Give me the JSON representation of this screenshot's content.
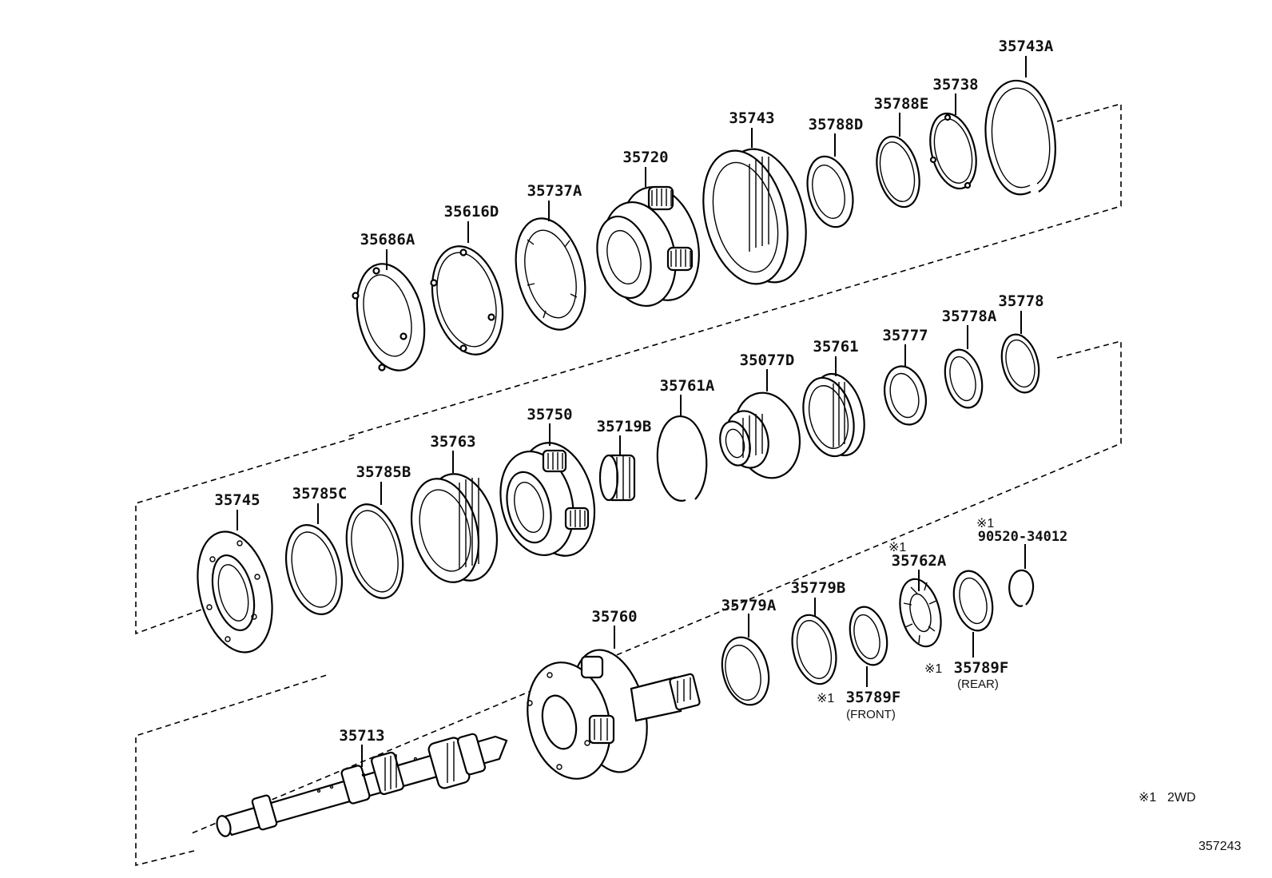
{
  "labels": {
    "p35743A": "35743A",
    "p35738": "35738",
    "p35788E": "35788E",
    "p35788D": "35788D",
    "p35743": "35743",
    "p35720": "35720",
    "p35737A": "35737A",
    "p35616D": "35616D",
    "p35686A": "35686A",
    "p35778": "35778",
    "p35778A": "35778A",
    "p35777": "35777",
    "p35761": "35761",
    "p35077D": "35077D",
    "p35761A": "35761A",
    "p35719B": "35719B",
    "p35750": "35750",
    "p35763": "35763",
    "p35785B": "35785B",
    "p35785C": "35785C",
    "p35745": "35745",
    "p90520": "90520-34012",
    "p35762A": "35762A",
    "p35789F_rear": "35789F",
    "p35789F_front": "35789F",
    "p35779B": "35779B",
    "p35779A": "35779A",
    "p35760": "35760",
    "p35713": "35713"
  },
  "subs": {
    "front": "(FRONT)",
    "rear": "(REAR)"
  },
  "marks": {
    "m90520": "※1",
    "m35762A": "※1",
    "m35789F_rear": "※1",
    "m35789F_front": "※1"
  },
  "footnote": {
    "mark": "※1",
    "text": "2WD"
  },
  "figure_id": "357243"
}
